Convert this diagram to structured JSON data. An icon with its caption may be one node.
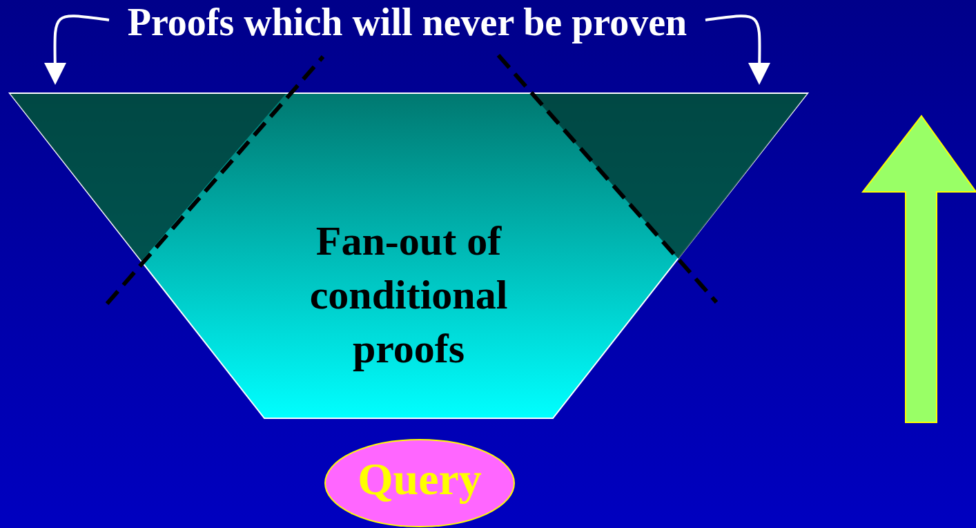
{
  "diagram": {
    "nodes": [
      {
        "text": [
          "Proofs which will never be proven"
        ]
      },
      {
        "text": [
          "Fan-out of conditional proofs"
        ]
      },
      {
        "text": [],
        "shape": "triangle",
        "in": 1
      },
      {
        "text": [],
        "shape": "triangle",
        "in": 1
      },
      {
        "text": [
          "Query"
        ]
      }
    ],
    "edges": [
      {
        "from": 0,
        "to": 2,
        "arrow": "to"
      },
      {
        "from": 0,
        "to": 3,
        "arrow": "to"
      }
    ]
  }
}
